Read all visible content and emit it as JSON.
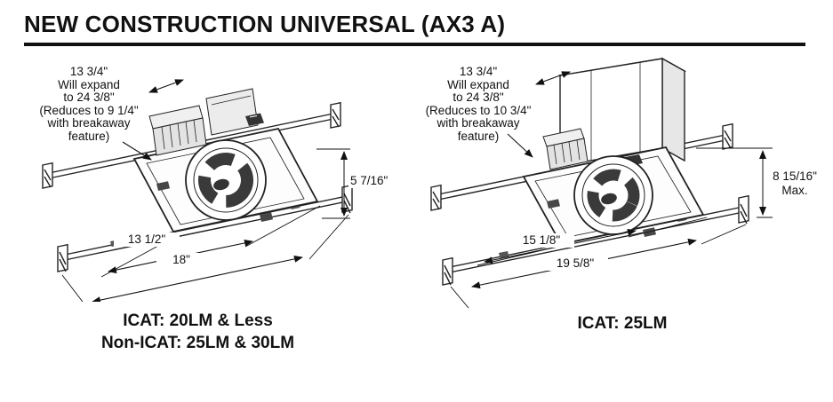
{
  "title": "NEW CONSTRUCTION UNIVERSAL (AX3 A)",
  "colors": {
    "ink": "#111111",
    "line": "#222222",
    "fill_light": "#e9e9e9",
    "fill_dark": "#3a3a3a"
  },
  "figures": [
    {
      "name": "icat-20lm-and-less",
      "annotation": "13 3/4\"\nWill expand\nto 24 3/8\"\n(Reduces to 9 1/4\"\nwith breakaway\nfeature)",
      "dim_height": "5 7/16\"",
      "dim_width_inner": "13 1/2\"",
      "dim_width_outer": "18\"",
      "caption": "ICAT: 20LM & Less\nNon-ICAT: 25LM & 30LM"
    },
    {
      "name": "icat-25lm",
      "annotation": "13 3/4\"\nWill expand\nto 24 3/8\"\n(Reduces to 10 3/4\"\nwith breakaway\nfeature)",
      "dim_height": "8 15/16\"\nMax.",
      "dim_width_inner": "15 1/8\"",
      "dim_width_outer": "19 5/8\"",
      "caption": "ICAT: 25LM"
    }
  ]
}
